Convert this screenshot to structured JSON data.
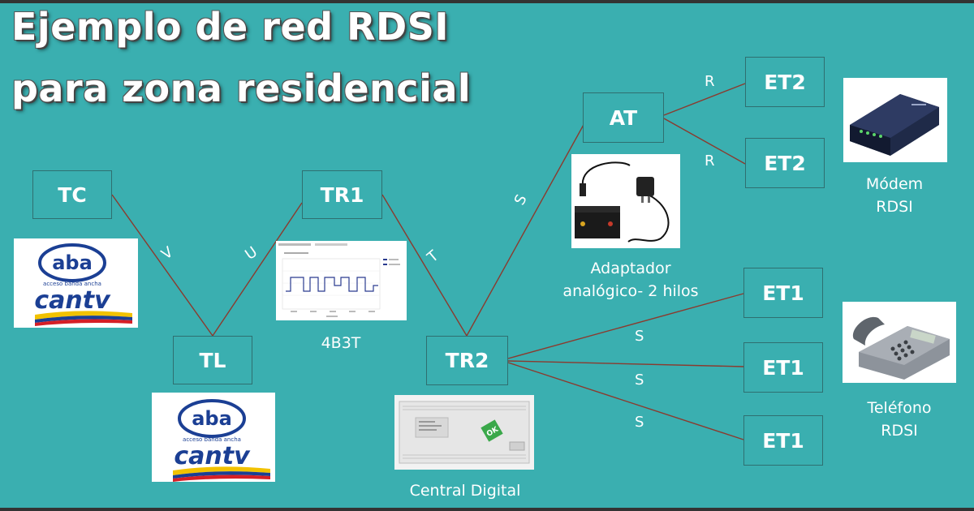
{
  "title": {
    "line1": "Ejemplo de red RDSI",
    "line2": "para zona residencial"
  },
  "nodes": {
    "tc": "TC",
    "tl": "TL",
    "tr1": "TR1",
    "tr2": "TR2",
    "at": "AT",
    "et2_top": "ET2",
    "et2_bottom": "ET2",
    "et1_top": "ET1",
    "et1_middle": "ET1",
    "et1_bottom": "ET1"
  },
  "links": {
    "v": "V",
    "u": "U",
    "t": "T",
    "s_at": "S",
    "r_top": "R",
    "r_bottom": "R",
    "s_et1_top": "S",
    "s_et1_middle": "S",
    "s_et1_bottom": "S"
  },
  "captions": {
    "signal": "4B3T",
    "central": "Central Digital",
    "adapter_line1": "Adaptador",
    "adapter_line2": "analógico- 2 hilos",
    "modem_line1": "Módem",
    "modem_line2": "RDSI",
    "phone_line1": "Teléfono",
    "phone_line2": "RDSI"
  },
  "logos": {
    "aba": "aba",
    "aba_tagline": "acceso banda ancha",
    "cantv": "cantv"
  },
  "device_labels": {
    "central_ok": "OK"
  },
  "colors": {
    "background": "#3aafb0",
    "line": "#8b3a2e",
    "logo_blue": "#1b3f94",
    "logo_yellow": "#f2c200",
    "logo_red": "#d51f26"
  }
}
